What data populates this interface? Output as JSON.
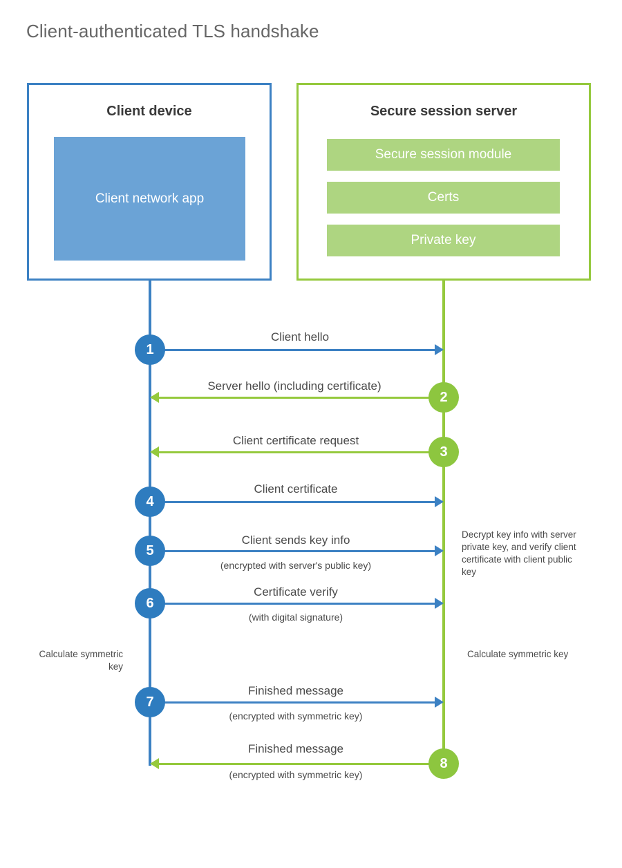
{
  "title": "Client-authenticated TLS handshake",
  "colors": {
    "client_blue": "#3C81C3",
    "client_app_fill": "#6BA3D6",
    "server_green": "#95C93D",
    "module_fill": "#AED581",
    "step_blue": "#2E7CBF",
    "step_green": "#8DC63F",
    "text": "#4A4A4A",
    "title_text": "#666666"
  },
  "client": {
    "title": "Client device",
    "app_label": "Client network app"
  },
  "server": {
    "title": "Secure session server",
    "modules": [
      {
        "label": "Secure session module"
      },
      {
        "label": "Certs"
      },
      {
        "label": "Private key"
      }
    ]
  },
  "steps": [
    {
      "number": "1",
      "label": "Client hello",
      "sublabel": "",
      "direction": "client-to-server",
      "origin": "client"
    },
    {
      "number": "2",
      "label": "Server hello (including certificate)",
      "sublabel": "",
      "direction": "server-to-client",
      "origin": "server"
    },
    {
      "number": "3",
      "label": "Client certificate request",
      "sublabel": "",
      "direction": "server-to-client",
      "origin": "server"
    },
    {
      "number": "4",
      "label": "Client certificate",
      "sublabel": "",
      "direction": "client-to-server",
      "origin": "client"
    },
    {
      "number": "5",
      "label": "Client sends key info",
      "sublabel": "(encrypted with server's public key)",
      "direction": "client-to-server",
      "origin": "client"
    },
    {
      "number": "6",
      "label": "Certificate verify",
      "sublabel": "(with digital signature)",
      "direction": "client-to-server",
      "origin": "client"
    },
    {
      "number": "7",
      "label": "Finished message",
      "sublabel": "(encrypted with symmetric key)",
      "direction": "client-to-server",
      "origin": "client"
    },
    {
      "number": "8",
      "label": "Finished message",
      "sublabel": "(encrypted with symmetric key)",
      "direction": "server-to-client",
      "origin": "server"
    }
  ],
  "notes": {
    "server_decrypt": "Decrypt key info with server private key, and verify client certificate with client public key",
    "client_calculate": "Calculate symmetric key",
    "server_calculate": "Calculate symmetric key"
  }
}
